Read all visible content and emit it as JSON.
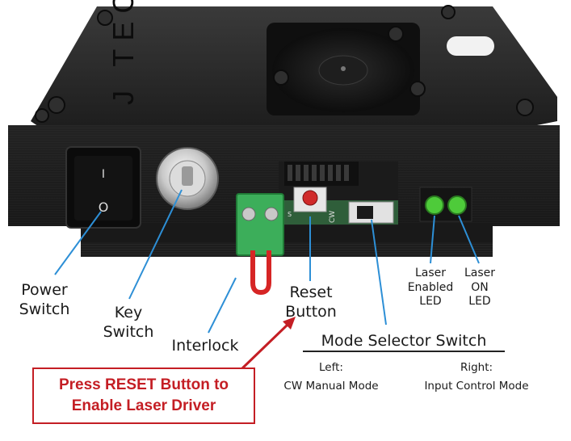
{
  "device": {
    "brand_text": "J TECH",
    "switch_marks": [
      "I",
      "O"
    ],
    "board_marks": [
      "S",
      "CW"
    ]
  },
  "labels": {
    "power_switch": [
      "Power",
      "Switch"
    ],
    "key_switch": [
      "Key",
      "Switch"
    ],
    "interlock": "Interlock",
    "reset_button": [
      "Reset",
      "Button"
    ],
    "laser_enabled_led": [
      "Laser",
      "Enabled",
      "LED"
    ],
    "laser_on_led": [
      "Laser",
      "ON",
      "LED"
    ],
    "mode_selector": {
      "title": "Mode Selector Switch",
      "left_title": "Left:",
      "left_value": "CW Manual Mode",
      "right_title": "Right:",
      "right_value": "Input Control Mode"
    }
  },
  "callout": {
    "line1": "Press RESET Button to",
    "line2": "Enable Laser Driver"
  },
  "colors": {
    "callout_red": "#c41e24",
    "pointer_blue": "#2d8fd6",
    "enclosure": "#1f1f1f",
    "terminal_green": "#3cae5a",
    "led_green": "#4ecb3a",
    "reset_red": "#d02a2a"
  }
}
